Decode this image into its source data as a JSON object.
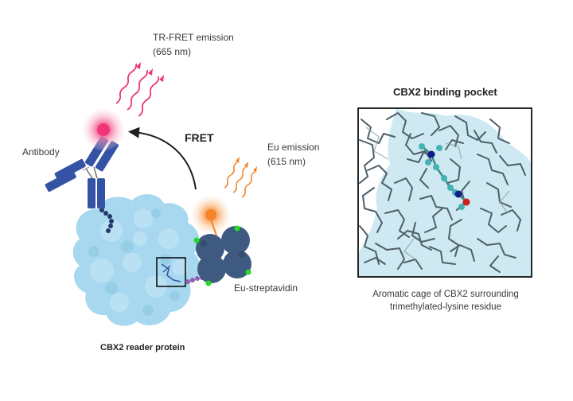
{
  "labels": {
    "tr_fret_emission": "TR-FRET emission",
    "tr_fret_wavelength": "(665 nm)",
    "fret": "FRET",
    "eu_emission": "Eu emission",
    "eu_wavelength": "(615 nm)",
    "antibody": "Antibody",
    "eu_streptavidin": "Eu-streptavidin",
    "reader_protein": "CBX2 reader protein",
    "pocket_title": "CBX2 binding pocket",
    "pocket_caption_line1": "Aromatic cage of CBX2 surrounding",
    "pocket_caption_line2": "trimethylated-lysine residue"
  },
  "colors": {
    "protein": "#a8d8ef",
    "antibody": "#3553a5",
    "streptavidin": "#3f5a80",
    "tr_fret_glow": "#f0357a",
    "eu_glow": "#f6852a",
    "biotin_dot": "#22dd22",
    "linker": "#8f5fb3",
    "pocket_surface": "#cfe9f3",
    "pocket_sticks": "#4e5f6a"
  },
  "icons": [
    "fret-arrow",
    "emission-wave-icon",
    "antibody-icon",
    "streptavidin-icon",
    "protein-blob"
  ]
}
